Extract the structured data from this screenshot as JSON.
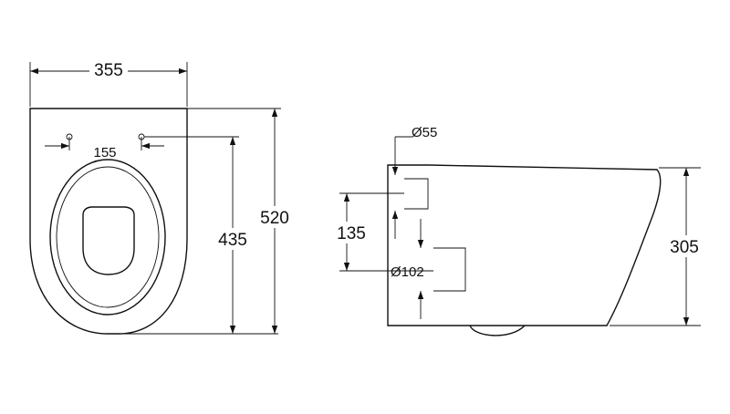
{
  "top_view": {
    "width_dim": "355",
    "hole_spacing_dim": "155",
    "hole_height_dim": "435",
    "length_dim": "520"
  },
  "side_view": {
    "small_hole_dim": "Ø55",
    "hole_spacing_dim": "135",
    "large_hole_dim": "Ø102",
    "height_dim": "305"
  },
  "colors": {
    "line": "#111111",
    "background": "#ffffff"
  }
}
